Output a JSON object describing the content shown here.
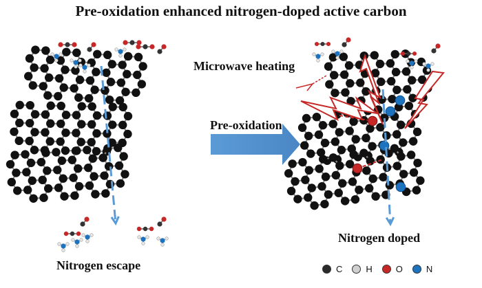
{
  "title": "Pre-oxidation enhanced nitrogen-doped active carbon",
  "labels": {
    "left_caption": "Nitrogen escape",
    "right_caption": "Nitrogen doped",
    "microwave": "Microwave heating",
    "process_arrow": "Pre-oxidation"
  },
  "legend": [
    {
      "symbol": "C",
      "color": "#2b2b2b"
    },
    {
      "symbol": "H",
      "color": "#d0d0d0"
    },
    {
      "symbol": "O",
      "color": "#c62828"
    },
    {
      "symbol": "N",
      "color": "#1e73be"
    }
  ],
  "colors": {
    "carbon": "#111111",
    "bond": "#8a8a8a",
    "oxygen": "#c62828",
    "nitrogen": "#1e73be",
    "hydrogen": "#e6e6e6",
    "arrow_blue": "#5b9bd5",
    "lightning": "#c62828"
  }
}
